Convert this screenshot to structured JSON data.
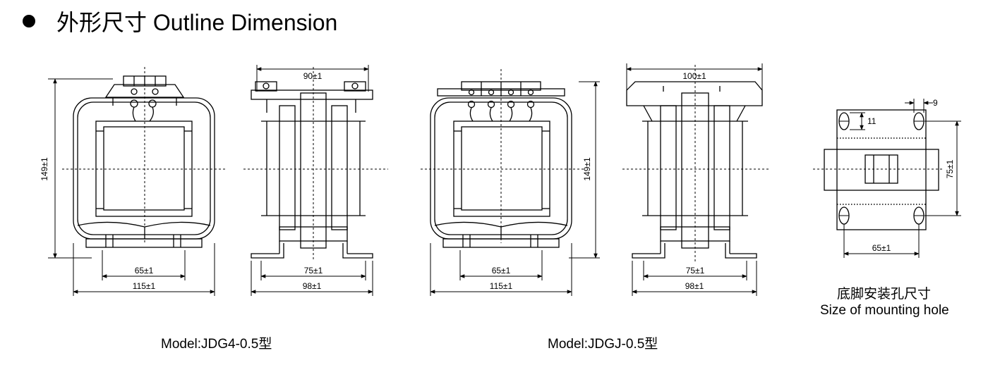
{
  "heading": {
    "text": "外形尺寸 Outline Dimension",
    "bullet_icon": "filled-circle-bullet"
  },
  "models": [
    {
      "caption": "Model:JDG4-0.5型",
      "front_view": {
        "height_label": "149±1",
        "inner_width_label": "65±1",
        "outer_width_label": "115±1"
      },
      "side_view": {
        "top_width_label": "90±1",
        "inner_width_label": "75±1",
        "outer_width_label": "98±1"
      }
    },
    {
      "caption": "Model:JDGJ-0.5型",
      "front_view": {
        "height_label": "149±1",
        "inner_width_label": "65±1",
        "outer_width_label": "115±1"
      },
      "side_view": {
        "top_width_label": "100±1",
        "inner_width_label": "75±1",
        "outer_width_label": "98±1"
      }
    }
  ],
  "mounting_hole": {
    "slot_width_label": "9",
    "slot_height_label": "11",
    "vertical_spacing_label": "75±1",
    "horizontal_spacing_label": "65±1",
    "caption_cn": "底脚安装孔尺寸",
    "caption_en": "Size of mounting hole"
  },
  "colors": {
    "line": "#000000",
    "background": "#ffffff"
  }
}
